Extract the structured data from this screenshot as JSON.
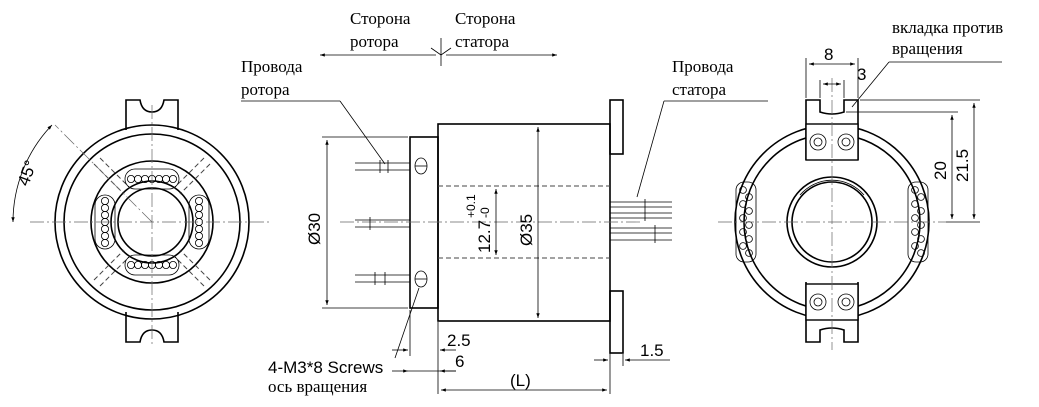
{
  "labels": {
    "rotor_side": [
      "Сторона",
      "ротора"
    ],
    "stator_side": [
      "Сторона",
      "статора"
    ],
    "rotor_wires": [
      "Провода",
      "ротора"
    ],
    "stator_wires": [
      "Провода",
      "статора"
    ],
    "anti_rotation_tab": [
      "вкладка против",
      "вращения"
    ],
    "screws": "4-M3*8 Screws",
    "rotation_axis": "ось вращения"
  },
  "dimensions": {
    "angle": "45°",
    "dia_30": "Ø30",
    "dia_35": "Ø35",
    "bore": "12.7",
    "bore_tol_upper": "+0.1",
    "bore_tol_lower": "-0",
    "flange_thickness": "2.5",
    "flange_to_body": "6",
    "length": "(L)",
    "stator_tab": "1.5",
    "tab_width": "8",
    "tab_slot": "3",
    "tab_height_inner": "20",
    "tab_height_outer": "21.5"
  }
}
